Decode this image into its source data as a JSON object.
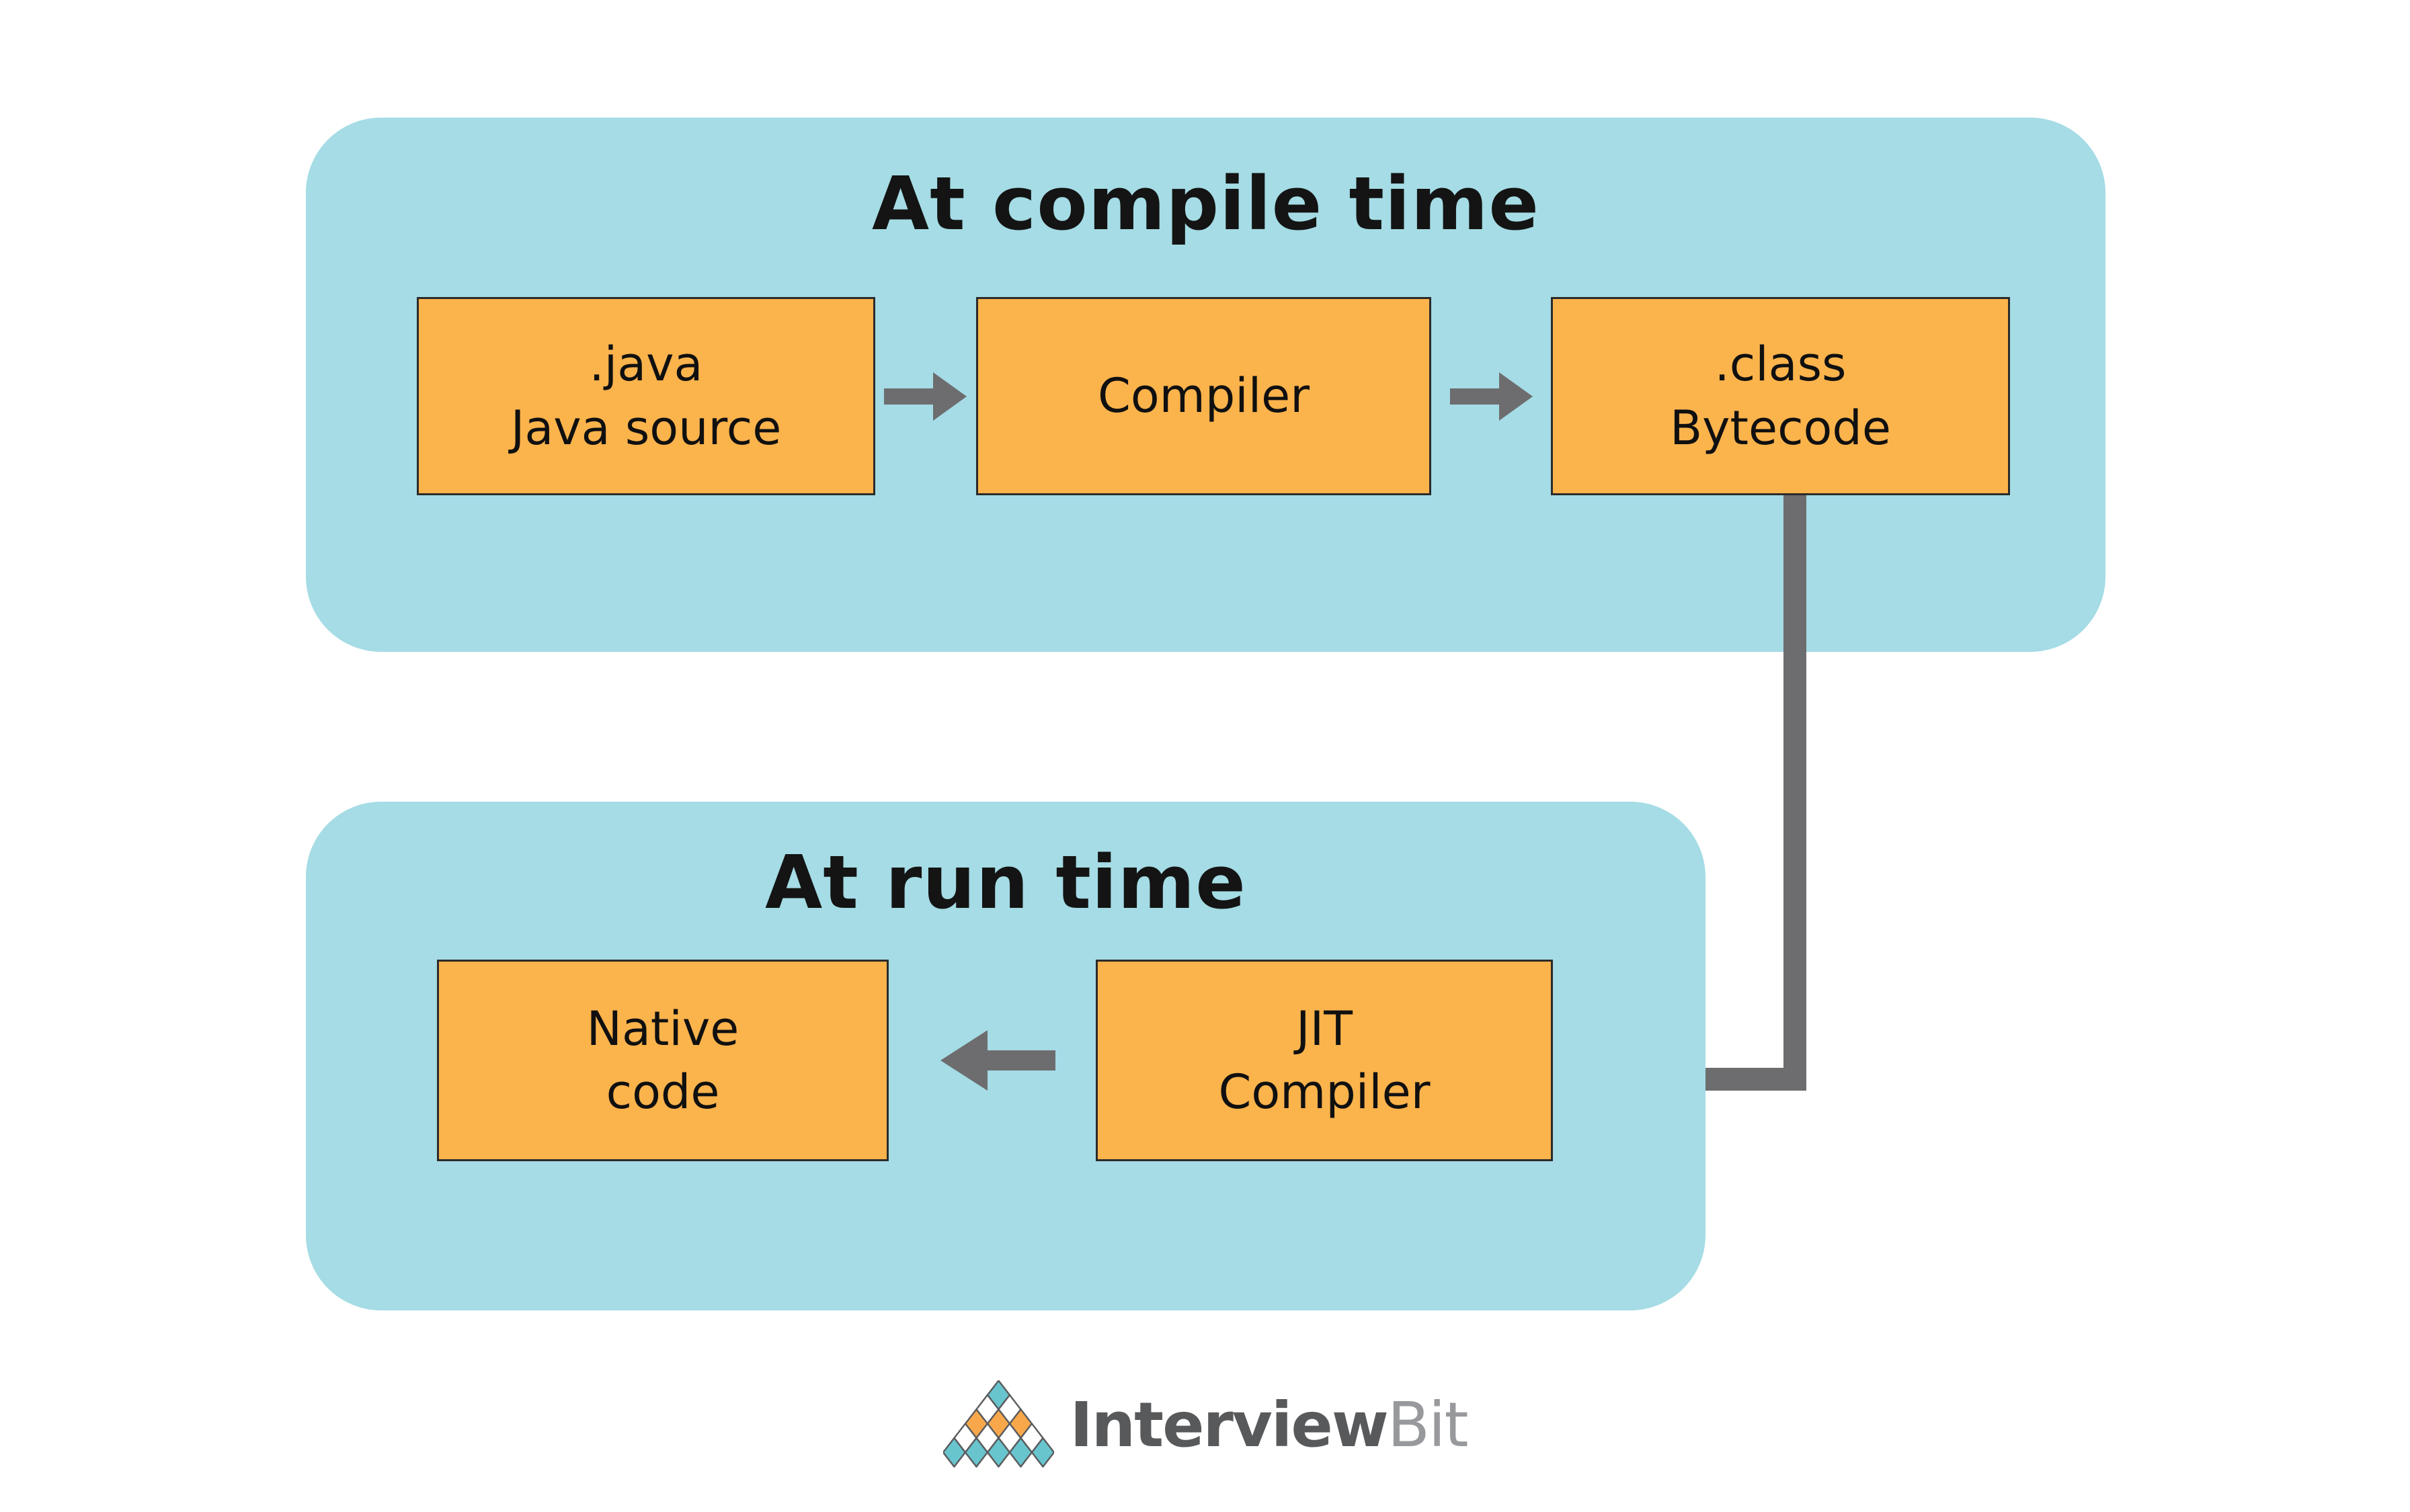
{
  "sections": {
    "compile": {
      "title": "At compile time",
      "boxes": {
        "java": {
          "line1": ".java",
          "line2": "Java source"
        },
        "compiler": {
          "line1": "Compiler",
          "line2": ""
        },
        "class": {
          "line1": ".class",
          "line2": "Bytecode"
        }
      }
    },
    "runtime": {
      "title": "At run time",
      "boxes": {
        "native": {
          "line1": "Native",
          "line2": "code"
        },
        "jit": {
          "line1": "JIT",
          "line2": "Compiler"
        }
      }
    }
  },
  "logo": {
    "brand_bold": "Interview",
    "brand_light": "Bit"
  },
  "colors": {
    "panel_background": "#a5dce5",
    "box_fill": "#fbb34c",
    "box_border": "#2b2b2b",
    "arrow_gray": "#6d6d6f",
    "title_text": "#141414",
    "logo_text_dark": "#58595b",
    "logo_text_light": "#98999c",
    "logo_diamond_teal": "#68c5ce",
    "logo_diamond_orange": "#f8a84b",
    "logo_diamond_white": "#ffffff"
  }
}
